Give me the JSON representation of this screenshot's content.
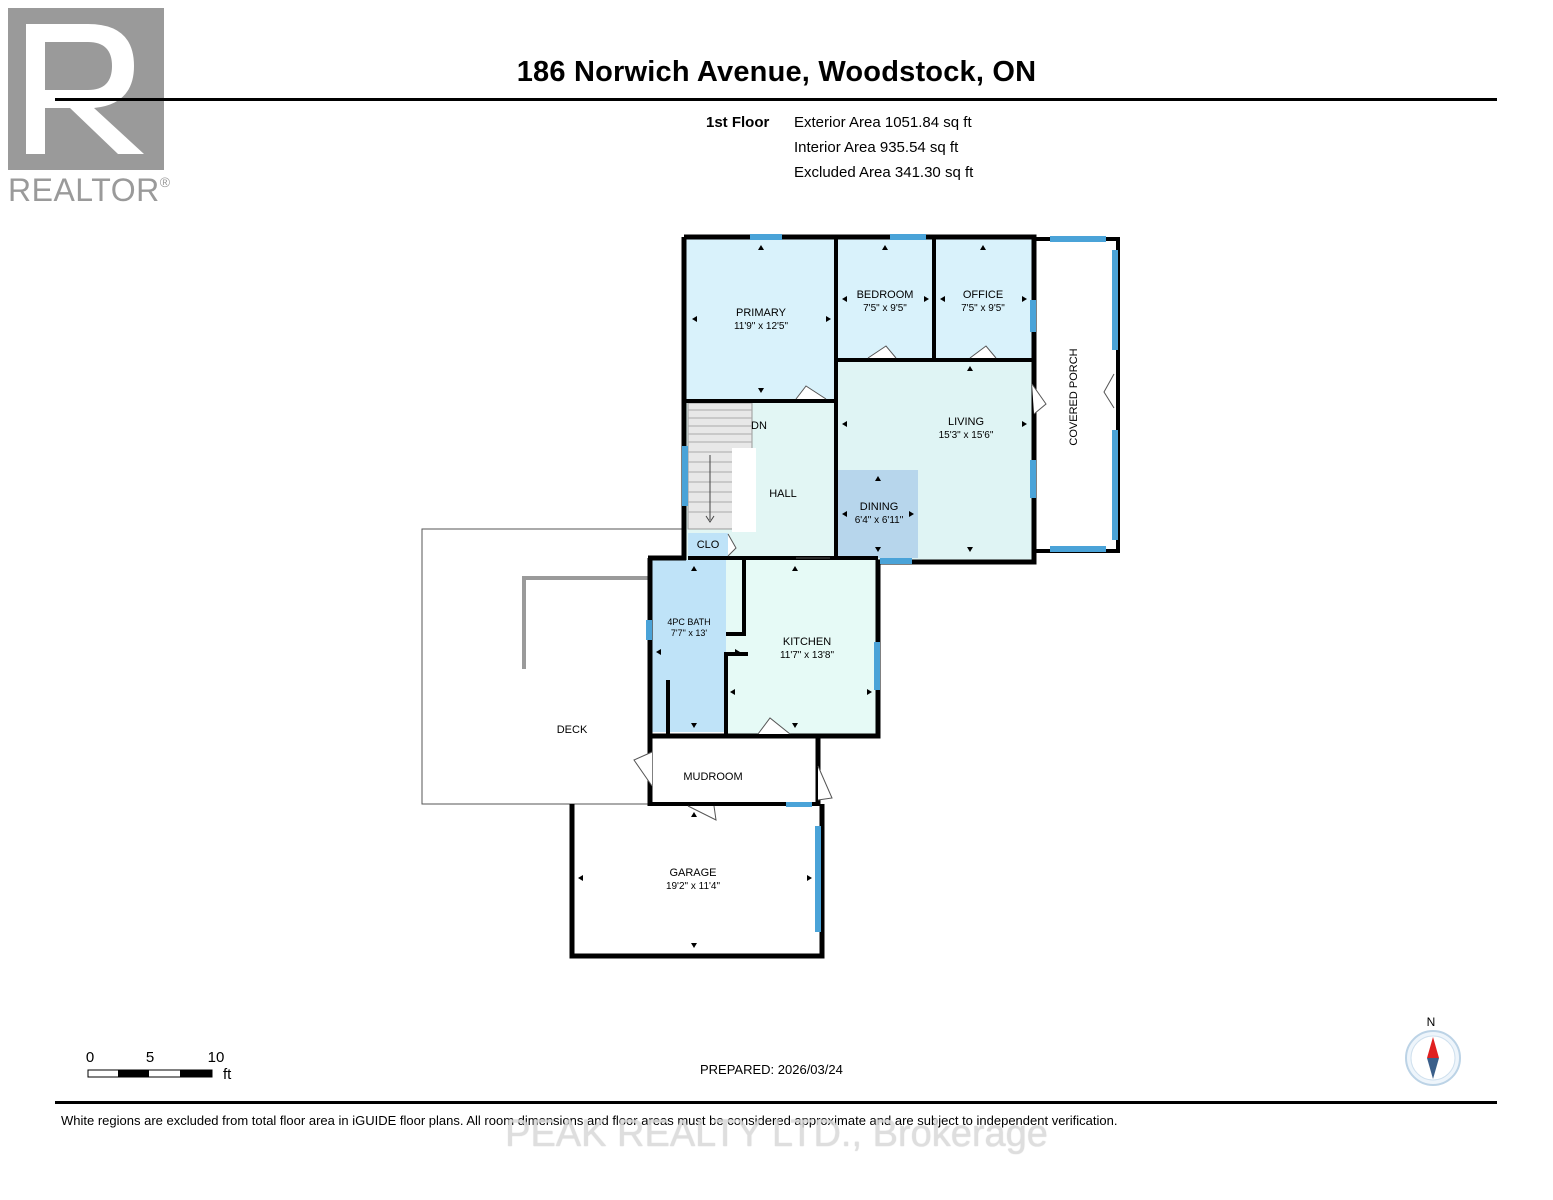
{
  "header": {
    "title": "186 Norwich Avenue, Woodstock, ON"
  },
  "branding": {
    "realtor_logo_text": "REALTOR",
    "realtor_mark": "®",
    "logo_color": "#9a9a9a",
    "watermark": "PEAK REALTY LTD., Brokerage"
  },
  "floor_summary": {
    "floor": "1st Floor",
    "exterior_area": "Exterior Area 1051.84 sq ft",
    "interior_area": "Interior Area 935.54 sq ft",
    "excluded_area": "Excluded Area 341.30 sq ft"
  },
  "rooms": {
    "primary": {
      "name": "PRIMARY",
      "dims": "11'9\" x 12'5\""
    },
    "bedroom": {
      "name": "BEDROOM",
      "dims": "7'5\" x 9'5\""
    },
    "office": {
      "name": "OFFICE",
      "dims": "7'5\" x 9'5\""
    },
    "covered_porch": {
      "name": "COVERED PORCH"
    },
    "living": {
      "name": "LIVING",
      "dims": "15'3\" x 15'6\""
    },
    "hall": {
      "name": "HALL"
    },
    "stairs": {
      "label": "DN"
    },
    "dining": {
      "name": "DINING",
      "dims": "6'4\" x 6'11\""
    },
    "closet": {
      "name": "CLO"
    },
    "bath": {
      "name": "4PC BATH",
      "dims": "7'7\" x 13'"
    },
    "kitchen": {
      "name": "KITCHEN",
      "dims": "11'7\" x 13'8\""
    },
    "deck": {
      "name": "DECK"
    },
    "mudroom": {
      "name": "MUDROOM"
    },
    "garage": {
      "name": "GARAGE",
      "dims": "19'2\" x 11'4\""
    }
  },
  "colors": {
    "room_fill": "#d9f2fb",
    "kitchen_fill": "#e6faf6",
    "bath_fill": "#bfe3f8",
    "dining_fill": "#b7d6ec",
    "window": "#4aa3d8",
    "compass_arrow": "#e02020"
  },
  "scale": {
    "labels": [
      "0",
      "5",
      "10"
    ],
    "unit": "ft"
  },
  "compass": {
    "north": "N"
  },
  "footer": {
    "prepared": "PREPARED: 2026/03/24",
    "disclaimer": "White regions are excluded from total floor area in iGUIDE floor plans. All room dimensions and floor areas must be considered approximate and are subject to independent verification."
  }
}
